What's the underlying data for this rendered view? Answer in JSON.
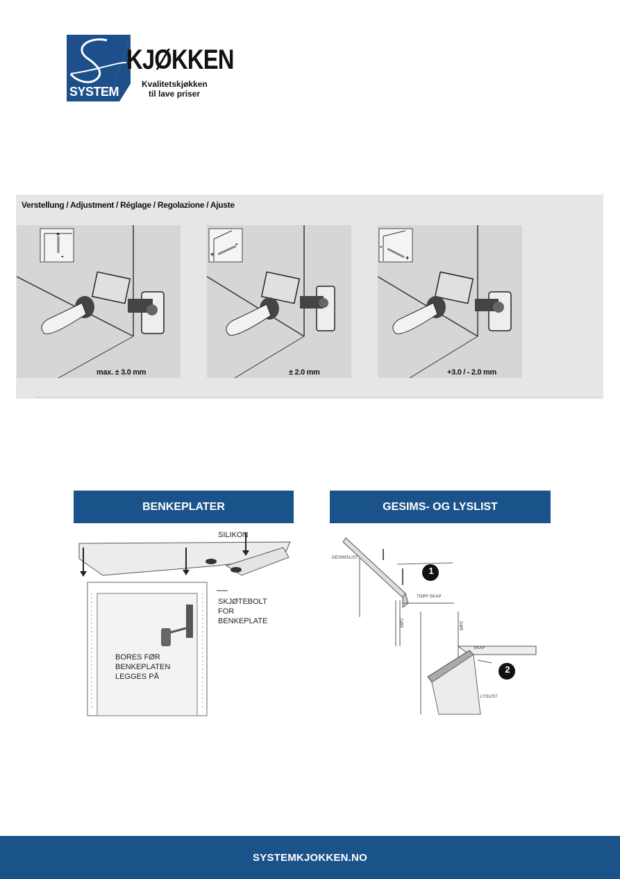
{
  "logo": {
    "brand": "KJØKKEN",
    "system": "SYSTEM",
    "tagline_line1": "Kvalitetskjøkken",
    "tagline_line2": "til lave priser",
    "colors": {
      "navy": "#1d4f8a",
      "white": "#ffffff"
    }
  },
  "adjustment": {
    "title": "Verstellung / Adjustment / Réglage / Regolazione / Ajuste",
    "panels": [
      {
        "caption": "max. ± 3.0 mm",
        "icon": "vertical-adjust-icon",
        "minus_glyph": "-",
        "plus_glyph": "+"
      },
      {
        "caption": "± 2.0 mm",
        "icon": "depth-adjust-icon",
        "minus_glyph": "-",
        "plus_glyph": "+"
      },
      {
        "caption": "+3.0 / - 2.0 mm",
        "icon": "side-adjust-icon",
        "minus_glyph": "-",
        "plus_glyph": "+"
      }
    ]
  },
  "benkeplater": {
    "header": "BENKEPLATER",
    "labels": {
      "silikon": "SILIKON",
      "bolt_line1": "SKJØTEBOLT",
      "bolt_line2": "FOR",
      "bolt_line3": "BENKEPLATE",
      "drill_line1": "BORES FØR",
      "drill_line2": "BENKEPLATEN",
      "drill_line3": "LEGGES PÅ"
    }
  },
  "gesims": {
    "header": "GESIMS- OG LYSLIST",
    "labels": {
      "gesimslist": "GESIMSLIST",
      "topp_skap": "TOPP SKAP",
      "dor_top": "DØR",
      "dor_bottom": "DØR",
      "skap": "SKAP",
      "lyslist": "LYSLIST",
      "step1": "1",
      "step2": "2"
    }
  },
  "footer": {
    "url": "SYSTEMKJOKKEN.NO"
  },
  "theme": {
    "accent": "#1a528a",
    "panel_bg": "#e6e6e6"
  }
}
